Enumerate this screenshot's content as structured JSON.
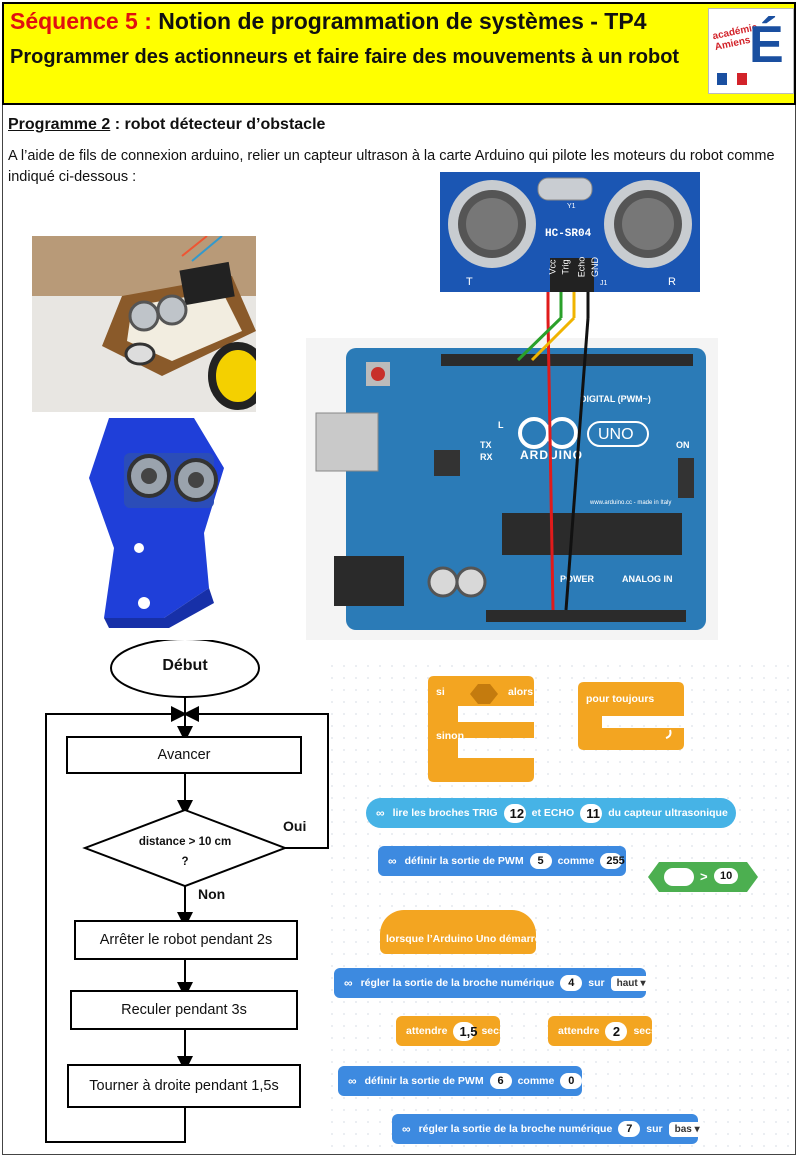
{
  "header": {
    "sequence": "Séquence 5 :",
    "title": "Notion de programmation de systèmes - TP4",
    "subtitle": "Programmer des actionneurs et faire faire des mouvements à un robot",
    "logo_text": "académie Amiens",
    "logo_letter": "É"
  },
  "section": {
    "label": "Programme 2",
    "title": " : robot détecteur d’obstacle",
    "instructions": "A l’aide de fils de connexion arduino, relier un capteur ultrason à la carte Arduino qui pilote les moteurs du robot comme indiqué ci-dessous :"
  },
  "sensor": {
    "model": "HC-SR04",
    "pins": [
      "Vcc",
      "Trig",
      "Echo",
      "GND"
    ],
    "crystal": "Y1",
    "left": "T",
    "right": "R",
    "j": "J1"
  },
  "board": {
    "brand": "ARDUINO",
    "model": "UNO",
    "digital": "DIGITAL (PWM~)",
    "on": "ON",
    "power": "POWER",
    "analog": "ANALOG IN",
    "made": "www.arduino.cc - made in Italy",
    "tx": "TX",
    "rx": "RX",
    "l": "L"
  },
  "flowchart": {
    "start": "Début",
    "step1": "Avancer",
    "decision": "distance  > 10 cm ?",
    "yes": "Oui",
    "no": "Non",
    "step2": "Arrêter le robot pendant 2s",
    "step3": "Reculer pendant 3s",
    "step4": "Tourner à droite pendant 1,5s"
  },
  "blocks": {
    "if_then": "si",
    "then": "alors",
    "else": "sinon",
    "forever": "pour toujours",
    "ultrasonic": {
      "label1": "lire les broches TRIG",
      "trig": "12",
      "label2": "et ECHO",
      "echo": "11",
      "label3": "du capteur ultrasonique"
    },
    "pwm1": {
      "label1": "définir la sortie de PWM",
      "pin": "5",
      "label2": "comme",
      "value": "255"
    },
    "compare": {
      "op": ">",
      "value": "10"
    },
    "start_hat": "lorsque l’Arduino Uno démarre",
    "digital1": {
      "label1": "régler la sortie de la broche numérique",
      "pin": "4",
      "label2": "sur",
      "state": "haut ▾"
    },
    "wait1": {
      "label1": "attendre",
      "value": "1,5",
      "label2": "secs"
    },
    "wait2": {
      "label1": "attendre",
      "value": "2",
      "label2": "secs"
    },
    "pwm2": {
      "label1": "définir la sortie de PWM",
      "pin": "6",
      "label2": "comme",
      "value": "0"
    },
    "digital2": {
      "label1": "régler la sortie de la broche numérique",
      "pin": "7",
      "label2": "sur",
      "state": "bas ▾"
    },
    "infinity": "∞"
  }
}
